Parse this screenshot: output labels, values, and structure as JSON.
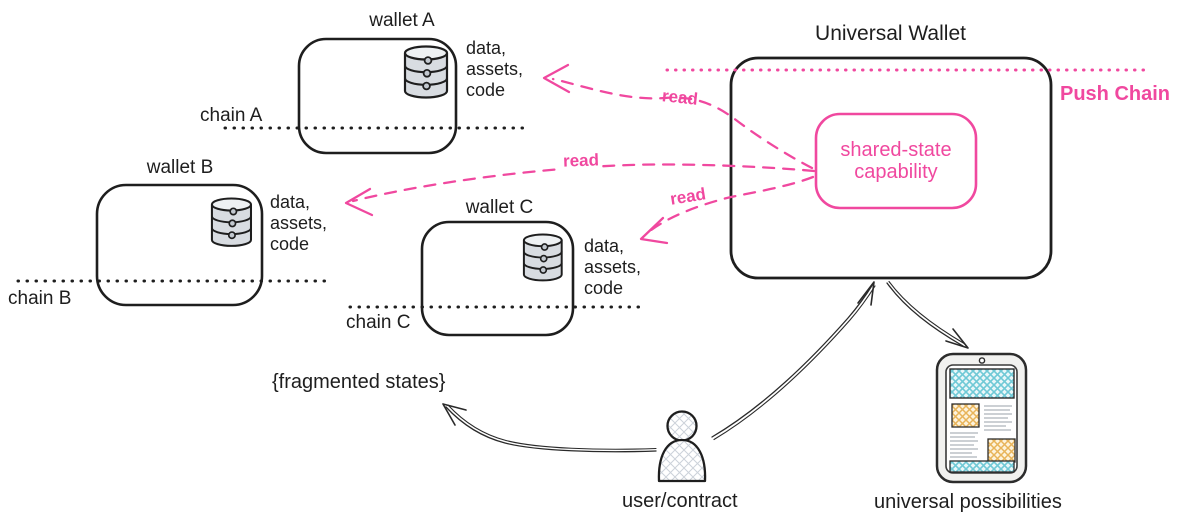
{
  "colors": {
    "ink": "#1e1e1e",
    "pink": "#f0489f",
    "db_fill": "#d8dce1",
    "teal_hatch": "#6fc9d6",
    "orange_hatch": "#e8b45a"
  },
  "wallets": [
    {
      "label": "wallet A",
      "chain": "chain A",
      "contents": "data,\nassets,\ncode"
    },
    {
      "label": "wallet B",
      "chain": "chain B",
      "contents": "data,\nassets,\ncode"
    },
    {
      "label": "wallet C",
      "chain": "chain C",
      "contents": "data,\nassets,\ncode"
    }
  ],
  "universal_wallet": {
    "title": "Universal Wallet",
    "inner_label": "shared-state\ncapability",
    "chain_label": "Push Chain"
  },
  "reads": [
    "read",
    "read",
    "read"
  ],
  "annotations": {
    "fragmented_states": "{fragmented states}",
    "user_contract": "user/contract",
    "universal_possibilities": "universal possibilities"
  }
}
